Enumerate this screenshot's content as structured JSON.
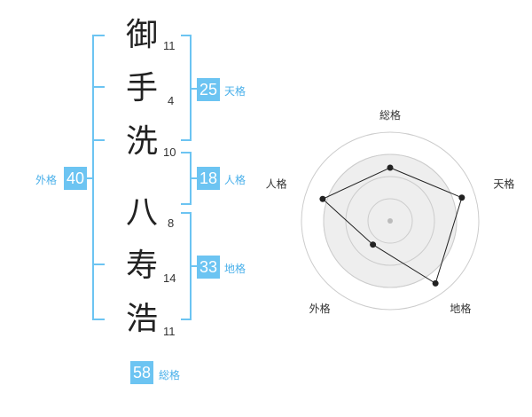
{
  "name": {
    "chars": [
      {
        "char": "御",
        "strokes": "11"
      },
      {
        "char": "手",
        "strokes": "4"
      },
      {
        "char": "洗",
        "strokes": "10"
      },
      {
        "char": "八",
        "strokes": "8"
      },
      {
        "char": "寿",
        "strokes": "14"
      },
      {
        "char": "浩",
        "strokes": "11"
      }
    ]
  },
  "kakusu": {
    "tenkaku": {
      "value": "25",
      "label": "天格"
    },
    "jinkaku": {
      "value": "18",
      "label": "人格"
    },
    "chikaku": {
      "value": "33",
      "label": "地格"
    },
    "gaikaku": {
      "value": "40",
      "label": "外格"
    },
    "soukaku": {
      "value": "58",
      "label": "総格"
    }
  },
  "chart_data": {
    "type": "radar",
    "axes": [
      "総格",
      "天格",
      "地格",
      "外格",
      "人格"
    ],
    "values": [
      0.6,
      0.85,
      0.87,
      0.33,
      0.8
    ],
    "rings": 4,
    "colors": {
      "line": "#222222",
      "grid": "#cccccc",
      "fill": "#eeeeee",
      "badge": "#6cc4f2",
      "bracket": "#6cc4f2"
    }
  }
}
